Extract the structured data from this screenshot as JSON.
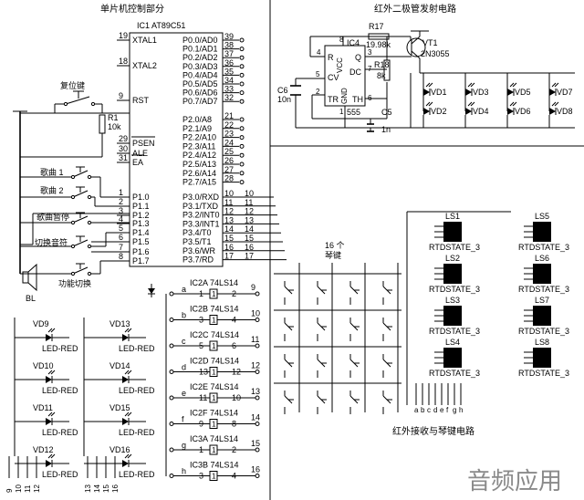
{
  "sections": {
    "mcu": "单片机控制部分",
    "ir_tx": "红外二极管发射电路",
    "ir_rx": "红外接收与琴键电路"
  },
  "mcu": {
    "part": "IC1 AT89C51",
    "left_pins": [
      {
        "num": "19",
        "name": "XTAL1"
      },
      {
        "num": "18",
        "name": "XTAL2"
      },
      {
        "num": "9",
        "name": "RST"
      },
      {
        "num": "29",
        "name": "PSEN"
      },
      {
        "num": "30",
        "name": "ALE"
      },
      {
        "num": "31",
        "name": "EA"
      },
      {
        "num": "1",
        "name": "P1.0"
      },
      {
        "num": "2",
        "name": "P1.1"
      },
      {
        "num": "3",
        "name": "P1.2"
      },
      {
        "num": "4",
        "name": "P1.3"
      },
      {
        "num": "5",
        "name": "P1.4"
      },
      {
        "num": "6",
        "name": "P1.5"
      },
      {
        "num": "7",
        "name": "P1.6"
      },
      {
        "num": "8",
        "name": "P1.7"
      }
    ],
    "right_pins": [
      {
        "num": "39",
        "name": "P0.0/AD0"
      },
      {
        "num": "38",
        "name": "P0.1/AD1"
      },
      {
        "num": "37",
        "name": "P0.2/AD2"
      },
      {
        "num": "36",
        "name": "P0.3/AD3"
      },
      {
        "num": "35",
        "name": "P0.4/AD4"
      },
      {
        "num": "34",
        "name": "P0.5/AD5"
      },
      {
        "num": "33",
        "name": "P0.6/AD6"
      },
      {
        "num": "32",
        "name": "P0.7/AD7"
      },
      {
        "num": "21",
        "name": "P2.0/A8"
      },
      {
        "num": "22",
        "name": "P2.1/A9"
      },
      {
        "num": "23",
        "name": "P2.2/A10"
      },
      {
        "num": "24",
        "name": "P2.3/A11"
      },
      {
        "num": "25",
        "name": "P2.4/A12"
      },
      {
        "num": "26",
        "name": "P2.5/A13"
      },
      {
        "num": "27",
        "name": "P2.6/A14"
      },
      {
        "num": "28",
        "name": "P2.7/A15"
      },
      {
        "num": "10",
        "name": "P3.0/RXD"
      },
      {
        "num": "11",
        "name": "P3.1/TXD"
      },
      {
        "num": "12",
        "name": "P3.2/INT0"
      },
      {
        "num": "13",
        "name": "P3.3/INT1"
      },
      {
        "num": "14",
        "name": "P3.4/T0"
      },
      {
        "num": "15",
        "name": "P3.5/T1"
      },
      {
        "num": "16",
        "name": "P3.6/WR"
      },
      {
        "num": "17",
        "name": "P3.7/RD"
      }
    ]
  },
  "buttons": {
    "reset": "复位键",
    "song1": "歌曲 1",
    "song2": "歌曲 2",
    "pause": "歌曲暂停",
    "tone": "切换音符",
    "func": "功能切换"
  },
  "passives": {
    "r1_name": "R1",
    "r1_val": "10k",
    "speaker": "BL",
    "r17_name": "R17",
    "r17_val": "19.98k",
    "r18_name": "R18",
    "r18_val": "8k",
    "c5_name": "C5",
    "c5_val": "1n",
    "c6_name": "C6",
    "c6_val": "10n",
    "vt1_name": "VT1",
    "vt1_val": "2N3055"
  },
  "timer555": {
    "ic": "IC4",
    "part": "555",
    "pins": {
      "R": "R",
      "vcc": "VCC",
      "q": "Q",
      "dc": "DC",
      "cv": "CV",
      "tr": "TR",
      "gnd": "GND",
      "th": "TH"
    },
    "pin_nums": {
      "p4": "4",
      "p8": "8",
      "p3": "3",
      "p7": "7",
      "p5": "5",
      "p2": "2",
      "p1": "1",
      "p6": "6"
    }
  },
  "ir_leds": [
    "VD1",
    "VD2",
    "VD3",
    "VD4",
    "VD5",
    "VD6",
    "VD7",
    "VD8"
  ],
  "red_leds": {
    "left": [
      "VD9",
      "VD10",
      "VD11",
      "VD12"
    ],
    "right": [
      "VD13",
      "VD14",
      "VD15",
      "VD16"
    ],
    "type": "LED-RED"
  },
  "inverters": [
    {
      "name": "IC2A 74LS14",
      "in": "1",
      "out": "2",
      "net": "9",
      "label": "a"
    },
    {
      "name": "IC2B 74LS14",
      "in": "3",
      "out": "4",
      "net": "10",
      "label": "b"
    },
    {
      "name": "IC2C 74LS14",
      "in": "5",
      "out": "6",
      "net": "11",
      "label": "c"
    },
    {
      "name": "IC2D 74LS14",
      "in": "13",
      "out": "12",
      "net": "12",
      "label": "d"
    },
    {
      "name": "IC2E 74LS14",
      "in": "11",
      "out": "10",
      "net": "13",
      "label": "e"
    },
    {
      "name": "IC2F 74LS14",
      "in": "9",
      "out": "8",
      "net": "14",
      "label": "f"
    },
    {
      "name": "IC3A 74LS14",
      "in": "1",
      "out": "2",
      "net": "15",
      "label": "g"
    },
    {
      "name": "IC3B 74LS14",
      "in": "3",
      "out": "4",
      "net": "16",
      "label": "h"
    }
  ],
  "keypad": {
    "label_line1": "16 个",
    "label_line2": "琴键"
  },
  "receivers": {
    "left": [
      "LS1",
      "LS2",
      "LS3",
      "LS4"
    ],
    "right": [
      "LS5",
      "LS6",
      "LS7",
      "LS8"
    ],
    "state": "RTDSTATE_3"
  },
  "port3_nets": [
    "10",
    "11",
    "12",
    "13",
    "14",
    "15",
    "16",
    "17"
  ],
  "bottom_nets_left": [
    "9",
    "10",
    "11",
    "12"
  ],
  "bottom_nets_mid": [
    "13",
    "14",
    "15",
    "16"
  ],
  "bottom_letters": [
    "a",
    "b",
    "c",
    "d",
    "e",
    "f",
    "g",
    "h"
  ],
  "watermark": "音频应用"
}
